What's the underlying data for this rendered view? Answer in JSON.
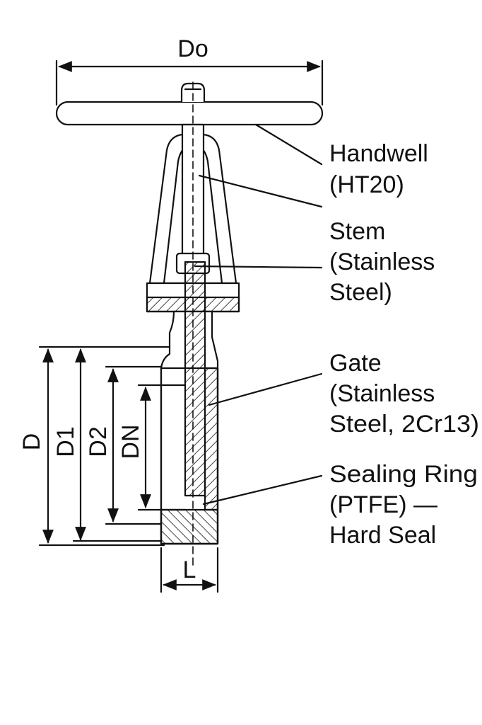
{
  "dimensions": {
    "do": "Do",
    "d": "D",
    "d1": "D1",
    "d2": "D2",
    "dn": "DN",
    "l": "L"
  },
  "callouts": [
    {
      "lines": [
        "Handwell",
        "(HT20)"
      ]
    },
    {
      "lines": [
        "Stem",
        "(Stainless",
        "Steel)"
      ]
    },
    {
      "lines": [
        "Gate",
        "(Stainless",
        "Steel, 2Cr13)"
      ]
    },
    {
      "lines": [
        "Sealing Ring",
        "(PTFE) —",
        "Hard Seal"
      ]
    }
  ],
  "colors": {
    "line": "#111111",
    "background": "#ffffff"
  }
}
